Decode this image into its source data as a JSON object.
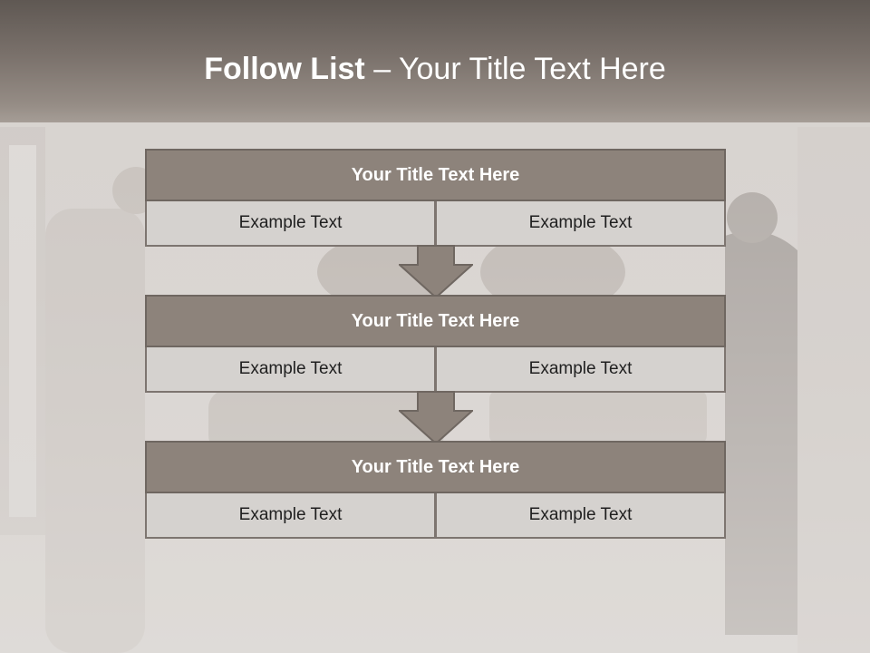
{
  "slide": {
    "title_bold": "Follow List",
    "title_rest": " – Your Title Text Here"
  },
  "blocks": [
    {
      "title": "Your Title Text Here",
      "left_text": "Example Text",
      "right_text": "Example Text"
    },
    {
      "title": "Your Title Text Here",
      "left_text": "Example Text",
      "right_text": "Example Text"
    },
    {
      "title": "Your Title Text Here",
      "left_text": "Example Text",
      "right_text": "Example Text"
    }
  ],
  "colors": {
    "header_band": "#6f6761",
    "block_title_bg": "#8d837b",
    "cell_bg": "#d5d2cf",
    "arrow_fill": "#8d837b"
  }
}
